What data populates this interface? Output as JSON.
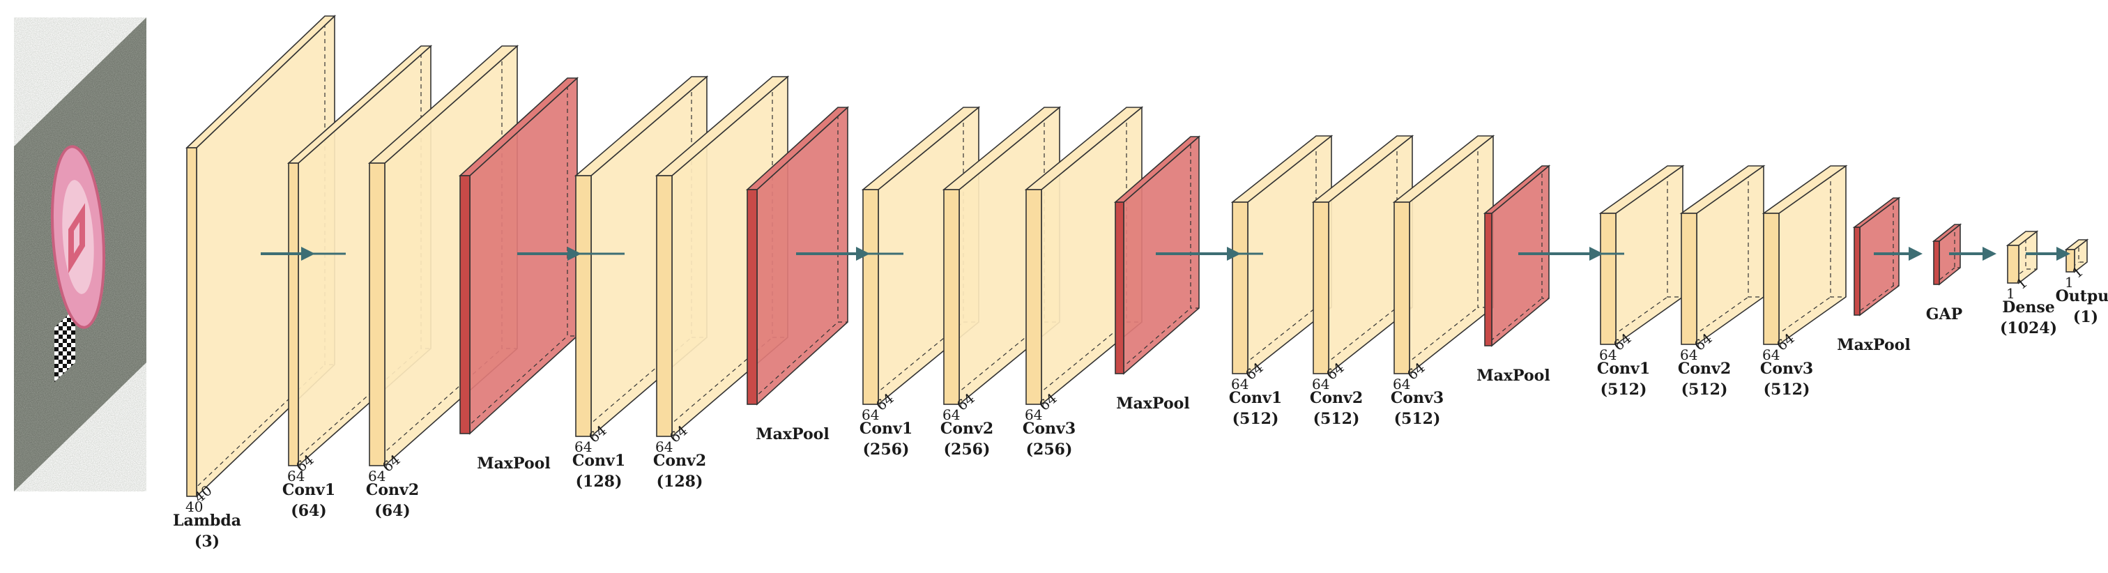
{
  "colors": {
    "conv_fill": "#fde9bd",
    "conv_front": "#f9dca0",
    "pool_fill": "#e07b78",
    "pool_front": "#c84a48",
    "edge": "#333333",
    "arrow": "#3d6e74",
    "background": "#ffffff"
  },
  "input_image": {
    "icon": "landing-pad-photo",
    "colors": {
      "grass": "#6d7269",
      "pad": "#e79ab7",
      "center": "#d8627c",
      "checker": "#111111"
    }
  },
  "layers": [
    {
      "id": "lambda",
      "type": "conv",
      "name": "Lambda",
      "sub": "(3)",
      "dims": [
        "40",
        "40"
      ]
    },
    {
      "id": "conv1-64",
      "type": "conv",
      "name": "Conv1",
      "sub": "(64)",
      "dims": [
        "64",
        "64"
      ]
    },
    {
      "id": "conv2-64",
      "type": "conv",
      "name": "Conv2",
      "sub": "(64)",
      "dims": [
        "64",
        "64"
      ]
    },
    {
      "id": "maxpool-1",
      "type": "pool",
      "name": "MaxPool",
      "sub": "",
      "dims": []
    },
    {
      "id": "conv1-128",
      "type": "conv",
      "name": "Conv1",
      "sub": "(128)",
      "dims": [
        "64",
        "64"
      ]
    },
    {
      "id": "conv2-128",
      "type": "conv",
      "name": "Conv2",
      "sub": "(128)",
      "dims": [
        "64",
        "64"
      ]
    },
    {
      "id": "maxpool-2",
      "type": "pool",
      "name": "MaxPool",
      "sub": "",
      "dims": []
    },
    {
      "id": "conv1-256",
      "type": "conv",
      "name": "Conv1",
      "sub": "(256)",
      "dims": [
        "64",
        "64"
      ]
    },
    {
      "id": "conv2-256",
      "type": "conv",
      "name": "Conv2",
      "sub": "(256)",
      "dims": [
        "64",
        "64"
      ]
    },
    {
      "id": "conv3-256",
      "type": "conv",
      "name": "Conv3",
      "sub": "(256)",
      "dims": [
        "64",
        "64"
      ]
    },
    {
      "id": "maxpool-3",
      "type": "pool",
      "name": "MaxPool",
      "sub": "",
      "dims": []
    },
    {
      "id": "conv1-512a",
      "type": "conv",
      "name": "Conv1",
      "sub": "(512)",
      "dims": [
        "64",
        "64"
      ]
    },
    {
      "id": "conv2-512a",
      "type": "conv",
      "name": "Conv2",
      "sub": "(512)",
      "dims": [
        "64",
        "64"
      ]
    },
    {
      "id": "conv3-512a",
      "type": "conv",
      "name": "Conv3",
      "sub": "(512)",
      "dims": [
        "64",
        "64"
      ]
    },
    {
      "id": "maxpool-4",
      "type": "pool",
      "name": "MaxPool",
      "sub": "",
      "dims": []
    },
    {
      "id": "conv1-512b",
      "type": "conv",
      "name": "Conv1",
      "sub": "(512)",
      "dims": [
        "64",
        "64"
      ]
    },
    {
      "id": "conv2-512b",
      "type": "conv",
      "name": "Conv2",
      "sub": "(512)",
      "dims": [
        "64",
        "64"
      ]
    },
    {
      "id": "conv3-512b",
      "type": "conv",
      "name": "Conv3",
      "sub": "(512)",
      "dims": [
        "64",
        "64"
      ]
    },
    {
      "id": "maxpool-5",
      "type": "pool",
      "name": "MaxPool",
      "sub": "",
      "dims": []
    },
    {
      "id": "gap",
      "type": "pool",
      "name": "GAP",
      "sub": "",
      "dims": []
    },
    {
      "id": "dense",
      "type": "conv",
      "name": "Dense",
      "sub": "(1024)",
      "dims": [
        "1",
        "1"
      ]
    },
    {
      "id": "output",
      "type": "conv",
      "name": "Output",
      "sub": "(1)",
      "dims": [
        "1",
        "1"
      ]
    }
  ]
}
